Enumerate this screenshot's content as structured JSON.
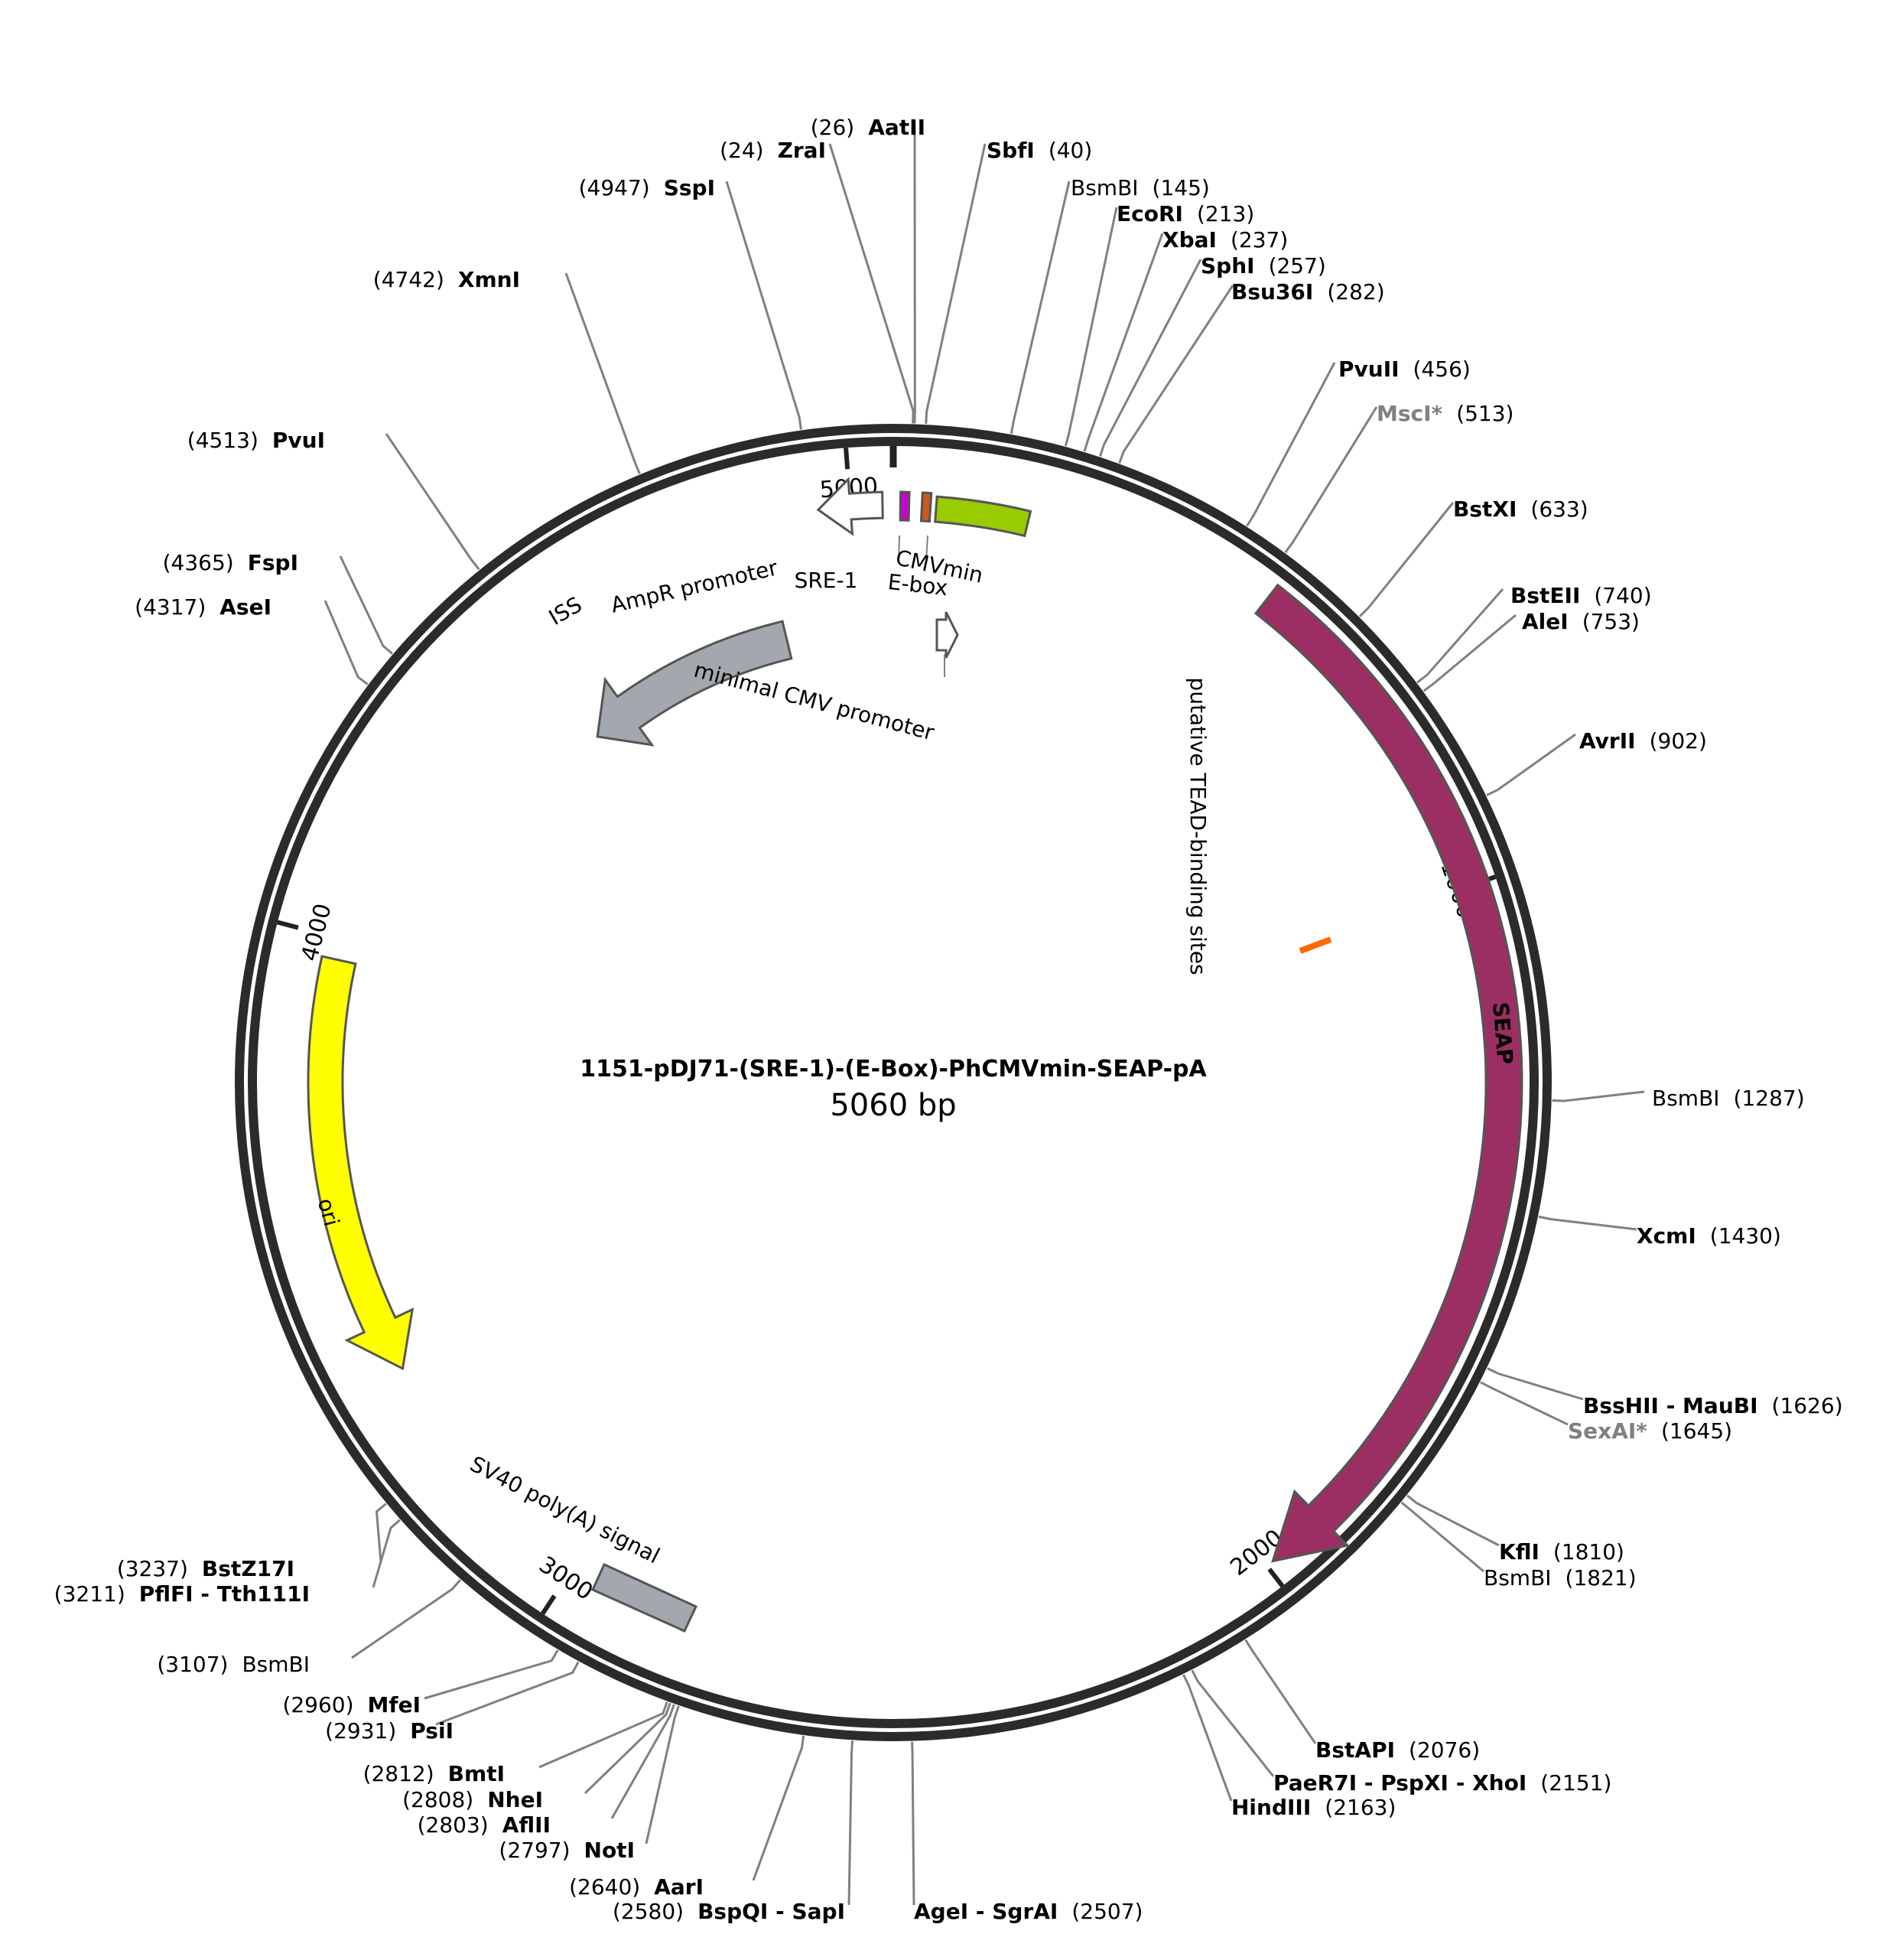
{
  "plasmid": {
    "name": "1151-pDJ71-(SRE-1)-(E-Box)-PhCMVmin-SEAP-pA",
    "length_label": "5060 bp",
    "length_bp": 5060
  },
  "colors": {
    "backbone": "#2b2b2b",
    "SEAP": "#9b2f63",
    "CMVmin": "#99cc00",
    "ori": "#ffff00",
    "ISS": "#a3a8ae",
    "SV40": "#a3a8ae",
    "SRE-1": "#cc00cc",
    "E-box": "#cc5a1e",
    "TEAD": "#ff6a00",
    "nonunique_site": "#808080"
  },
  "ticks": [
    {
      "pos": 1000,
      "label": "1000"
    },
    {
      "pos": 2000,
      "label": "2000"
    },
    {
      "pos": 3000,
      "label": "3000"
    },
    {
      "pos": 4000,
      "label": "4000"
    },
    {
      "pos": 5000,
      "label": "5000"
    }
  ],
  "features": [
    {
      "id": "SEAP",
      "label": "SEAP",
      "start": 530,
      "end": 1990,
      "direction": "cw",
      "color": "#9b2f63"
    },
    {
      "id": "CMVmin",
      "label": "CMVmin",
      "start": 60,
      "end": 190,
      "direction": "none",
      "color": "#99cc00"
    },
    {
      "id": "E-box",
      "label": "E-box",
      "start": 40,
      "end": 52,
      "direction": "none",
      "color": "#cc5a1e"
    },
    {
      "id": "SRE-1",
      "label": "SRE-1",
      "start": 10,
      "end": 22,
      "direction": "none",
      "color": "#cc00cc"
    },
    {
      "id": "AmpR-promoter",
      "label": "AmpR promoter",
      "start": 4955,
      "end": 5045,
      "direction": "ccw",
      "color": "#ffffff"
    },
    {
      "id": "minimal-CMV-promoter",
      "label": "minimal CMV promoter",
      "start": 55,
      "end": 95,
      "direction": "cw",
      "color": "#ffffff"
    },
    {
      "id": "ISS",
      "label": "ISS",
      "start": 4490,
      "end": 4870,
      "direction": "ccw",
      "color": "#a3a8ae"
    },
    {
      "id": "ori",
      "label": "ori",
      "start": 3370,
      "end": 3970,
      "direction": "ccw",
      "color": "#ffff00"
    },
    {
      "id": "SV40",
      "label": "SV40 poly(A) signal",
      "start": 2870,
      "end": 3000,
      "direction": "none",
      "color": "#a3a8ae"
    },
    {
      "id": "TEAD",
      "label": "putative TEAD-binding sites",
      "start": 1180,
      "end": 1186,
      "direction": "none",
      "color": "#ff6a00"
    }
  ],
  "sites": [
    {
      "name": "AatII",
      "pos_label": "(26)",
      "pos": 26,
      "style": "bold",
      "side": "left"
    },
    {
      "name": "ZraI",
      "pos_label": "(24)",
      "pos": 24,
      "style": "bold",
      "side": "left"
    },
    {
      "name": "SspI",
      "pos_label": "(4947)",
      "pos": 4947,
      "style": "bold",
      "side": "left"
    },
    {
      "name": "XmnI",
      "pos_label": "(4742)",
      "pos": 4742,
      "style": "bold",
      "side": "left"
    },
    {
      "name": "PvuI",
      "pos_label": "(4513)",
      "pos": 4513,
      "style": "bold",
      "side": "left"
    },
    {
      "name": "FspI",
      "pos_label": "(4365)",
      "pos": 4365,
      "style": "bold",
      "side": "left"
    },
    {
      "name": "AseI",
      "pos_label": "(4317)",
      "pos": 4317,
      "style": "bold",
      "side": "left"
    },
    {
      "name": "SbfI",
      "pos_label": "(40)",
      "pos": 40,
      "style": "bold",
      "side": "right"
    },
    {
      "name": "BsmBI",
      "pos_label": "(145)",
      "pos": 145,
      "style": "plain",
      "side": "right"
    },
    {
      "name": "EcoRI",
      "pos_label": "(213)",
      "pos": 213,
      "style": "bold",
      "side": "right"
    },
    {
      "name": "XbaI",
      "pos_label": "(237)",
      "pos": 237,
      "style": "bold",
      "side": "right"
    },
    {
      "name": "SphI",
      "pos_label": "(257)",
      "pos": 257,
      "style": "bold",
      "side": "right"
    },
    {
      "name": "Bsu36I",
      "pos_label": "(282)",
      "pos": 282,
      "style": "bold",
      "side": "right"
    },
    {
      "name": "PvuII",
      "pos_label": "(456)",
      "pos": 456,
      "style": "bold",
      "side": "right"
    },
    {
      "name": "MscI*",
      "pos_label": "(513)",
      "pos": 513,
      "style": "nonunique",
      "side": "right"
    },
    {
      "name": "BstXI",
      "pos_label": "(633)",
      "pos": 633,
      "style": "bold",
      "side": "right"
    },
    {
      "name": "BstEII",
      "pos_label": "(740)",
      "pos": 740,
      "style": "bold",
      "side": "right"
    },
    {
      "name": "AleI",
      "pos_label": "(753)",
      "pos": 753,
      "style": "bold",
      "side": "right"
    },
    {
      "name": "AvrII",
      "pos_label": "(902)",
      "pos": 902,
      "style": "bold",
      "side": "right"
    },
    {
      "name": "BsmBI",
      "pos_label": "(1287)",
      "pos": 1287,
      "style": "plain",
      "side": "right"
    },
    {
      "name": "XcmI",
      "pos_label": "(1430)",
      "pos": 1430,
      "style": "bold",
      "side": "right"
    },
    {
      "name": "BssHII - MauBI",
      "pos_label": "(1626)",
      "pos": 1626,
      "style": "bold",
      "side": "right"
    },
    {
      "name": "SexAI*",
      "pos_label": "(1645)",
      "pos": 1645,
      "style": "nonunique",
      "side": "right"
    },
    {
      "name": "KflI",
      "pos_label": "(1810)",
      "pos": 1810,
      "style": "bold",
      "side": "right"
    },
    {
      "name": "BsmBI",
      "pos_label": "(1821)",
      "pos": 1821,
      "style": "plain",
      "side": "right"
    },
    {
      "name": "BstAPI",
      "pos_label": "(2076)",
      "pos": 2076,
      "style": "bold",
      "side": "right"
    },
    {
      "name": "PaeR7I - PspXI - XhoI",
      "pos_label": "(2151)",
      "pos": 2151,
      "style": "bold",
      "side": "right"
    },
    {
      "name": "HindIII",
      "pos_label": "(2163)",
      "pos": 2163,
      "style": "bold",
      "side": "right"
    },
    {
      "name": "AgeI - SgrAI",
      "pos_label": "(2507)",
      "pos": 2507,
      "style": "bold",
      "side": "right"
    },
    {
      "name": "BspQI - SapI",
      "pos_label": "(2580)",
      "pos": 2580,
      "style": "bold",
      "side": "left"
    },
    {
      "name": "AarI",
      "pos_label": "(2640)",
      "pos": 2640,
      "style": "bold",
      "side": "left"
    },
    {
      "name": "NotI",
      "pos_label": "(2797)",
      "pos": 2797,
      "style": "bold",
      "side": "left"
    },
    {
      "name": "AflII",
      "pos_label": "(2803)",
      "pos": 2803,
      "style": "bold",
      "side": "left"
    },
    {
      "name": "NheI",
      "pos_label": "(2808)",
      "pos": 2808,
      "style": "bold",
      "side": "left"
    },
    {
      "name": "BmtI",
      "pos_label": "(2812)",
      "pos": 2812,
      "style": "bold",
      "side": "left"
    },
    {
      "name": "PsiI",
      "pos_label": "(2931)",
      "pos": 2931,
      "style": "bold",
      "side": "left"
    },
    {
      "name": "MfeI",
      "pos_label": "(2960)",
      "pos": 2960,
      "style": "bold",
      "side": "left"
    },
    {
      "name": "BsmBI",
      "pos_label": "(3107)",
      "pos": 3107,
      "style": "plain",
      "side": "left"
    },
    {
      "name": "PflFI - Tth111I",
      "pos_label": "(3211)",
      "pos": 3211,
      "style": "bold",
      "side": "left"
    },
    {
      "name": "BstZ17I",
      "pos_label": "(3237)",
      "pos": 3237,
      "style": "bold",
      "side": "left"
    }
  ]
}
